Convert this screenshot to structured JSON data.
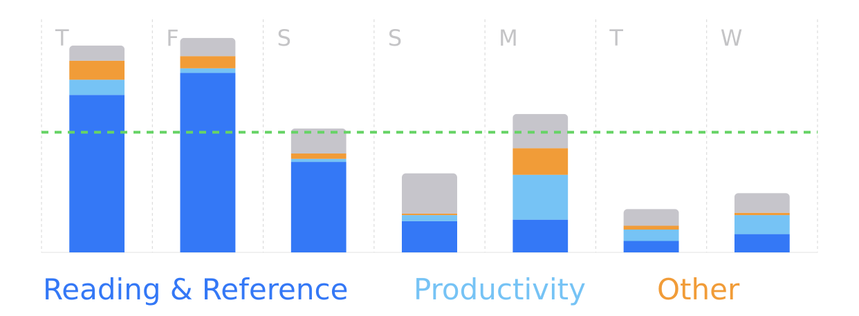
{
  "chart_data": {
    "type": "bar",
    "stacked": true,
    "categories": [
      "T",
      "F",
      "S",
      "S",
      "M",
      "T",
      "W"
    ],
    "series": [
      {
        "name": "Reading & Reference",
        "color": "#3478f6",
        "values": [
          207,
          236,
          119,
          41,
          43,
          15,
          24
        ]
      },
      {
        "name": "Productivity",
        "color": "#76c3f5",
        "values": [
          20,
          6,
          4,
          8,
          59,
          15,
          25
        ]
      },
      {
        "name": "Other",
        "color": "#f19c38",
        "values": [
          25,
          16,
          7,
          2,
          35,
          5,
          3
        ]
      },
      {
        "name": null,
        "color": "#c6c5cb",
        "values": [
          20,
          24,
          33,
          53,
          45,
          22,
          26
        ]
      }
    ],
    "average_line": {
      "value": 158,
      "color": "#67d366",
      "style": "dashed"
    },
    "ylim": [
      0,
      300
    ],
    "grid": "vertical-dashed",
    "legend_position": "bottom"
  }
}
